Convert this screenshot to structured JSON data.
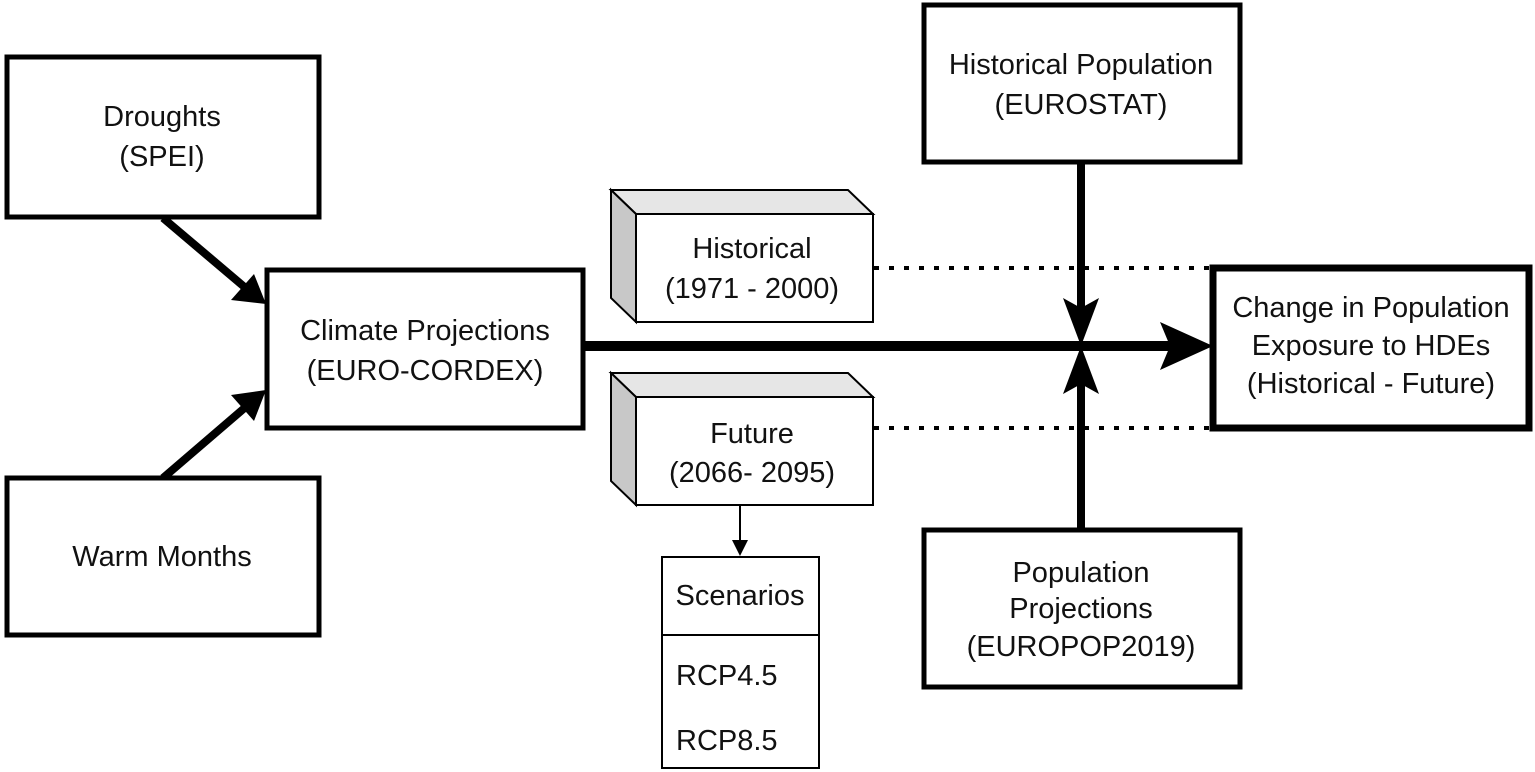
{
  "nodes": {
    "droughts": {
      "line1": "Droughts",
      "line2": "(SPEI)"
    },
    "warm_months": {
      "line1": "Warm Months"
    },
    "climate_projections": {
      "line1": "Climate Projections",
      "line2": "(EURO-CORDEX)"
    },
    "historical_period": {
      "line1": "Historical",
      "line2": "(1971 - 2000)"
    },
    "future_period": {
      "line1": "Future",
      "line2": "(2066- 2095)"
    },
    "scenarios": {
      "title": "Scenarios",
      "items": [
        "RCP4.5",
        "RCP8.5"
      ]
    },
    "historical_population": {
      "line1": "Historical Population",
      "line2": "(EUROSTAT)"
    },
    "population_projections": {
      "line1": "Population",
      "line2": "Projections",
      "line3": "(EUROPOP2019)"
    },
    "change_exposure": {
      "line1": "Change in Population",
      "line2": "Exposure to HDEs",
      "line3": "(Historical - Future)"
    }
  }
}
